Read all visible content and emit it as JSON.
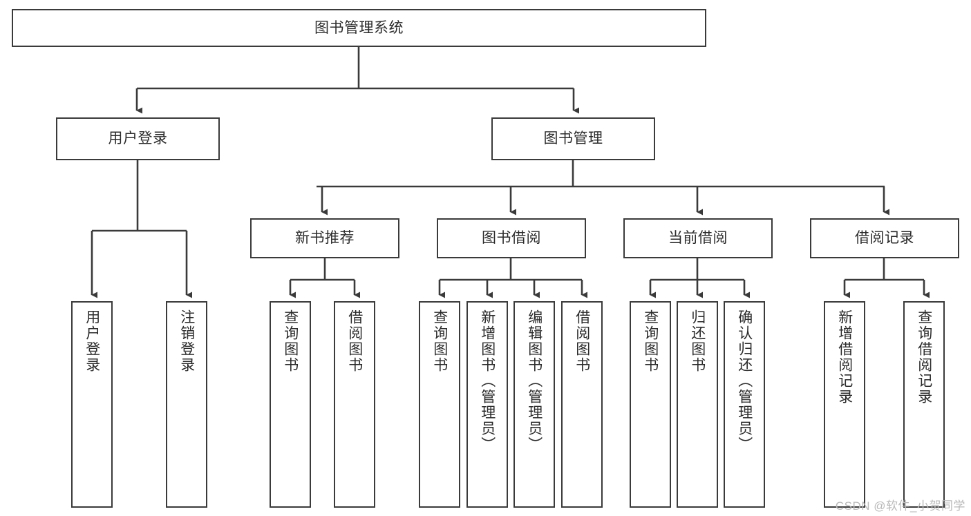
{
  "diagram": {
    "title": "图书管理系统",
    "type": "hierarchy-tree",
    "colors": {
      "background": "#ffffff",
      "node_border": "#3a3a3a",
      "node_fill": "#ffffff",
      "text": "#2b2b2b",
      "connector": "#3a3a3a",
      "watermark": "#b9b9b9"
    },
    "root": {
      "label": "图书管理系统"
    },
    "level2": [
      {
        "label": "用户登录"
      },
      {
        "label": "图书管理"
      }
    ],
    "level3": [
      {
        "label": "新书推荐"
      },
      {
        "label": "图书借阅"
      },
      {
        "label": "当前借阅"
      },
      {
        "label": "借阅记录"
      }
    ],
    "leaves": {
      "user_login": [
        {
          "label": "用户登录"
        },
        {
          "label": "注销登录"
        }
      ],
      "new_book_recommend": [
        {
          "label": "查询图书"
        },
        {
          "label": "借阅图书"
        }
      ],
      "book_borrow": [
        {
          "label": "查询图书"
        },
        {
          "label": "新增图书（管理员）"
        },
        {
          "label": "编辑图书（管理员）"
        },
        {
          "label": "借阅图书"
        }
      ],
      "current_borrow": [
        {
          "label": "查询图书"
        },
        {
          "label": "归还图书"
        },
        {
          "label": "确认归还（管理员）"
        }
      ],
      "borrow_record": [
        {
          "label": "新增借阅记录"
        },
        {
          "label": "查询借阅记录"
        }
      ]
    }
  },
  "watermark": {
    "text": "CSDN @软件_小贺同学"
  }
}
